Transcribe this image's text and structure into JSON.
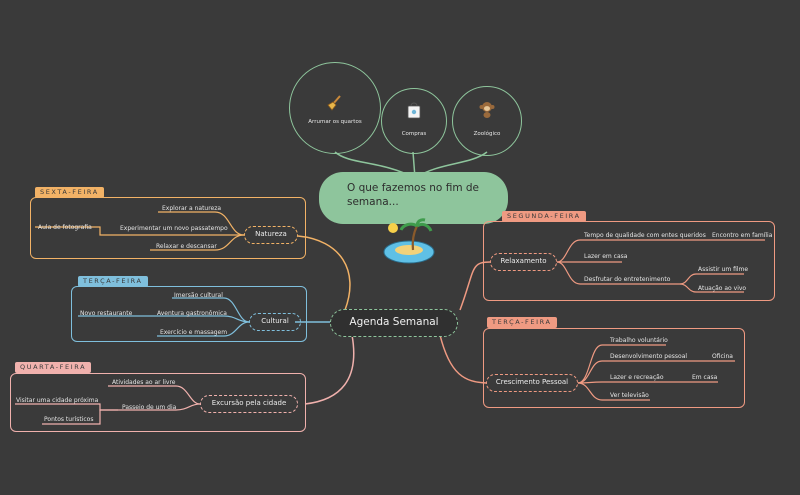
{
  "top": {
    "title": "O que fazemos no fim de semana...",
    "items": [
      {
        "label": "Arrumar os quartos",
        "icon": "broom-icon"
      },
      {
        "label": "Compras",
        "icon": "shopping-bag-icon"
      },
      {
        "label": "Zoológico",
        "icon": "monkey-icon"
      }
    ],
    "island_icon": "island-icon"
  },
  "center": {
    "label": "Agenda Semanal"
  },
  "branches": {
    "sexta": {
      "tag": "SEXTA-FEIRA",
      "hub": "Natureza",
      "items": [
        "Explorar a natureza",
        "Experimentar um novo passatempo",
        "Relaxar e descansar"
      ],
      "sub": "Aula de fotografia"
    },
    "terca_left": {
      "tag": "TERÇA-FEIRA",
      "hub": "Cultural",
      "items": [
        "Imersão cultural",
        "Aventura gastronômica",
        "Exercício e massagem"
      ],
      "sub": "Novo restaurante"
    },
    "quarta": {
      "tag": "QUARTA-FEIRA",
      "hub": "Excursão pela cidade",
      "items": [
        "Atividades ao ar livre",
        "Passeio de um dia"
      ],
      "subs": [
        "Visitar uma cidade próxima",
        "Pontos turísticos"
      ]
    },
    "segunda": {
      "tag": "SEGUNDA-FEIRA",
      "hub": "Relaxamento",
      "items": [
        "Tempo de qualidade com entes queridos",
        "Lazer em casa",
        "Desfrutar do entretenimento"
      ],
      "subs": [
        "Encontro em família",
        "Assistir um filme",
        "Atuação ao vivo"
      ]
    },
    "terca_right": {
      "tag": "TERÇA-FEIRA",
      "hub": "Crescimento Pessoal",
      "items": [
        "Trabalho voluntário",
        "Desenvolvimento pessoal",
        "Lazer e recreação",
        "Ver televisão"
      ],
      "subs": [
        "Oficina",
        "Em casa"
      ]
    }
  },
  "colors": {
    "background": "#3a3a3a",
    "green": "#8ec59c",
    "orange": "#f2b266",
    "blue": "#7fbfdc",
    "pink": "#f0b1ad",
    "salmon": "#ef9a82",
    "center_fill": "#303030"
  }
}
